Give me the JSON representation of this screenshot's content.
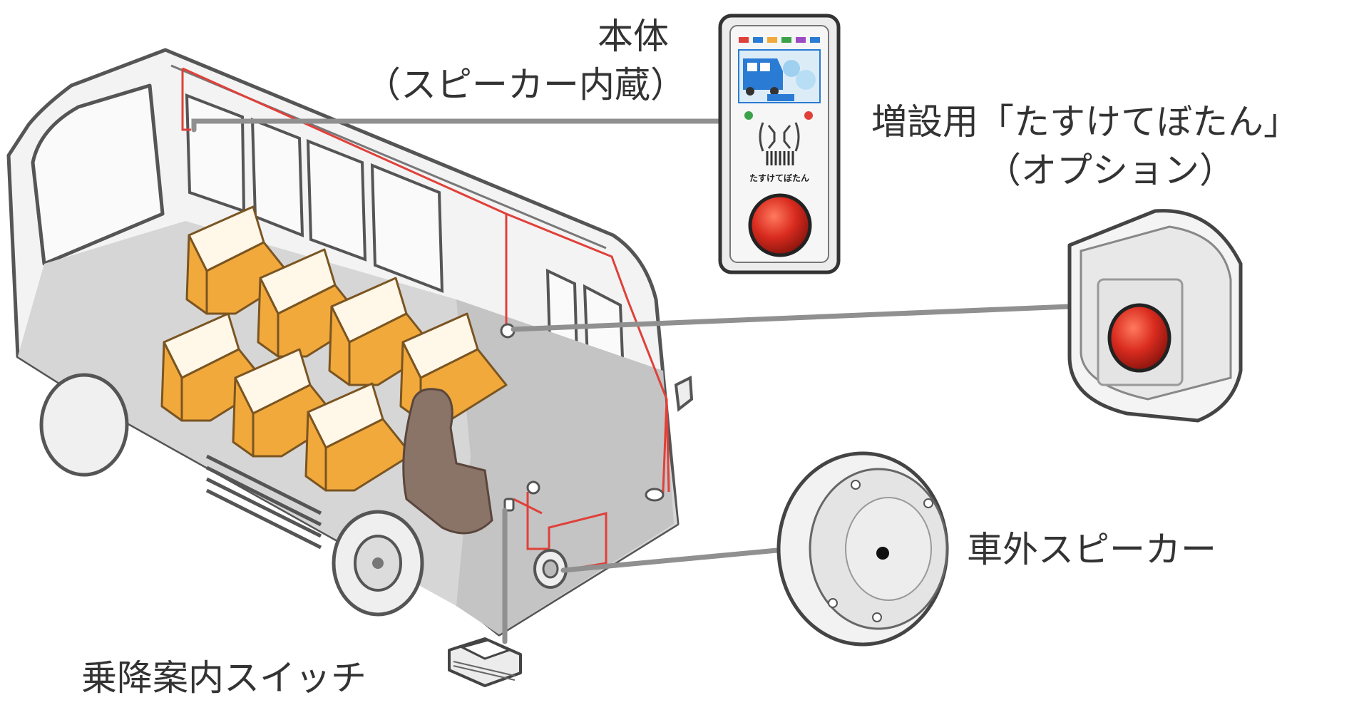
{
  "labels": {
    "main_unit_title": "本体",
    "main_unit_sub": "（スピーカー内蔵）",
    "option_button_title": "増設用「たすけてぼたん」",
    "option_button_sub": "（オプション）",
    "external_speaker": "車外スピーカー",
    "boarding_switch": "乗降案内スイッチ",
    "device_caption": "たすけてぼたん"
  },
  "colors": {
    "seat": "#f2a93b",
    "wire": "#e0403a",
    "button_red": "#d92b1f",
    "driver_seat": "#8a7468",
    "lead_line": "#909090",
    "body_outline": "#555555"
  },
  "icons": [
    "bus-illustration",
    "main-unit-device",
    "push-button-device",
    "external-speaker-device",
    "boarding-switch-device"
  ]
}
